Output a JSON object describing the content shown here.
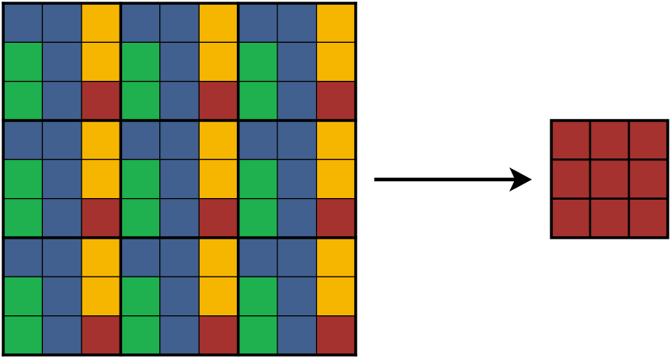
{
  "colors": {
    "blue": "#41608f",
    "green": "#1fb14f",
    "yellow": "#f6b600",
    "red": "#a5322e",
    "line": "#000000",
    "background": "#ffffff"
  },
  "input_grid": {
    "rows": 9,
    "cols": 9,
    "block_size": 3,
    "block_pattern": [
      [
        "blue",
        "blue",
        "yellow"
      ],
      [
        "green",
        "blue",
        "yellow"
      ],
      [
        "green",
        "blue",
        "red"
      ]
    ]
  },
  "output_grid": {
    "rows": 3,
    "cols": 3,
    "fill": "red"
  },
  "arrow": {
    "direction": "right"
  }
}
